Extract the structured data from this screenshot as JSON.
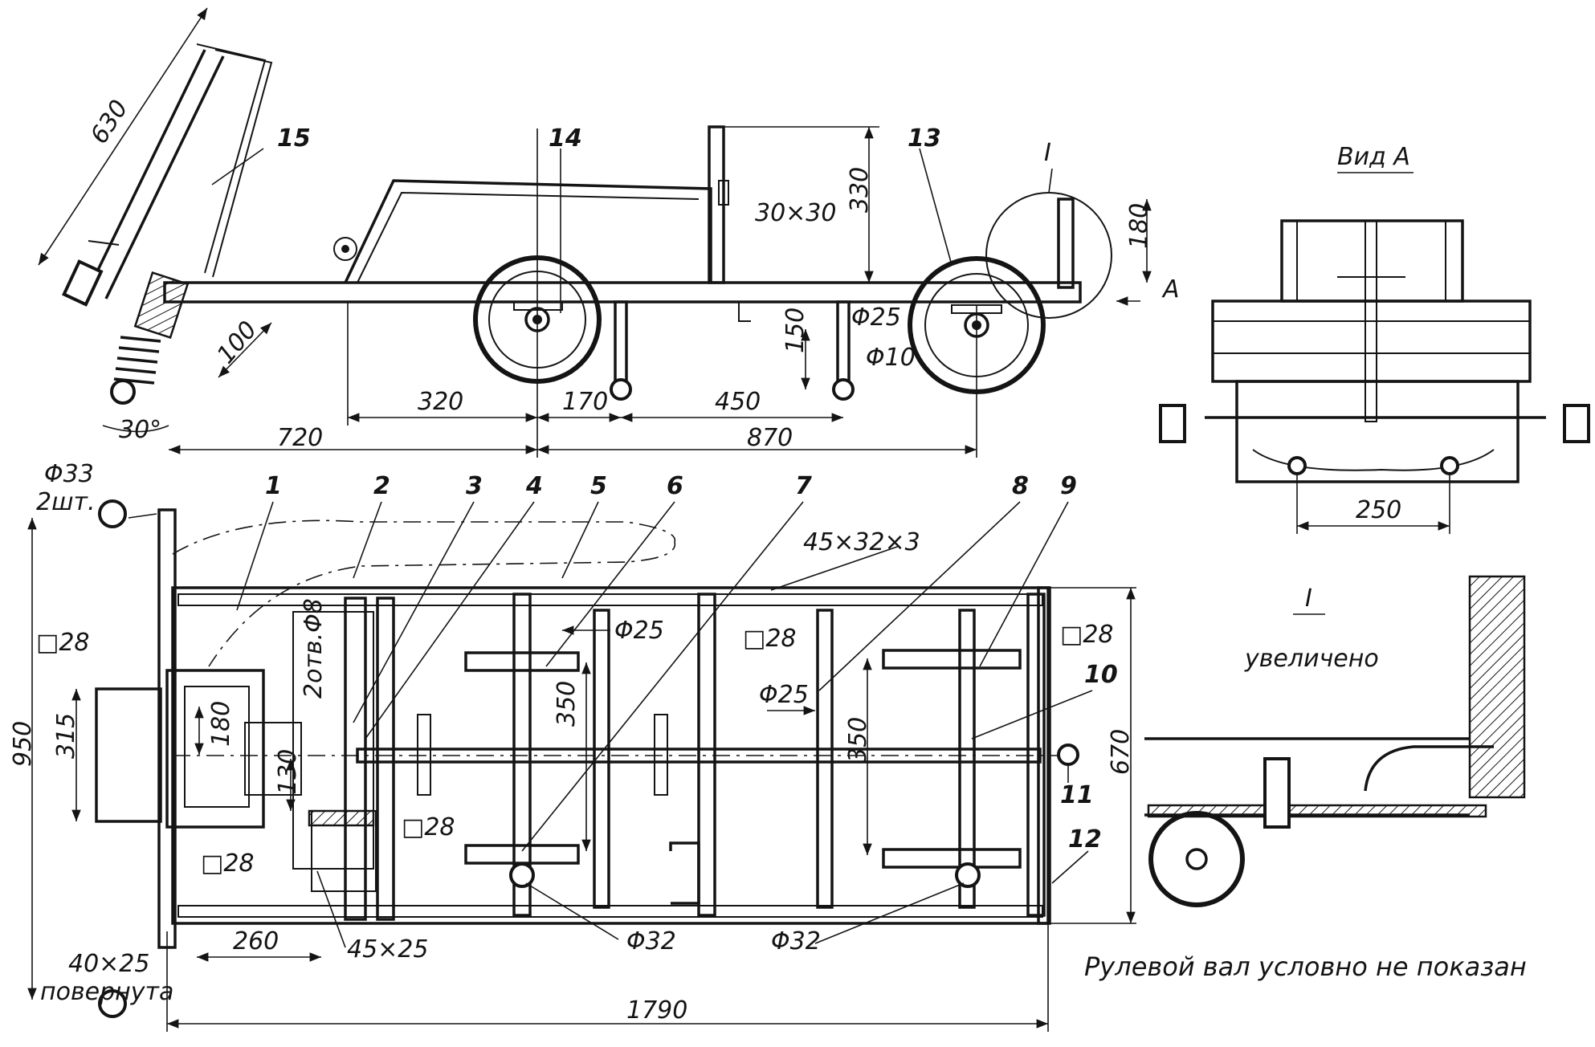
{
  "side_view": {
    "dims": {
      "d630": "630",
      "d100": "100",
      "d30deg": "30°",
      "d720": "720",
      "d320": "320",
      "d170": "170",
      "d450": "450",
      "d870": "870",
      "d150": "150",
      "d330": "330",
      "d180": "180",
      "d30x30": "30×30",
      "dphi25": "Φ25",
      "dphi10": "Φ10"
    },
    "labels": {
      "n15": "15",
      "n14": "14",
      "n13": "13",
      "detail_I": "I",
      "arrow_A": "A"
    }
  },
  "view_a": {
    "title": "Вид А",
    "dims": {
      "d250": "250"
    }
  },
  "detail_i": {
    "title": "I",
    "subtitle": "увеличено"
  },
  "plan_view": {
    "callouts": [
      "1",
      "2",
      "3",
      "4",
      "5",
      "6",
      "7",
      "8",
      "9",
      "10",
      "11",
      "12"
    ],
    "dims": {
      "phi33": "Φ33",
      "qty2": "2шт.",
      "sq28_a": "□28",
      "sq28_b": "□28",
      "sq28_c": "□28",
      "sq28_d": "□28",
      "sq28_e": "□28",
      "d950": "950",
      "d315": "315",
      "d180": "180",
      "d130": "130",
      "holes": "2отв.Φ8",
      "d350_a": "350",
      "d350_b": "350",
      "phi25_a": "Φ25",
      "phi25_b": "Φ25",
      "angle": "45×32×3",
      "d670": "670",
      "d260": "260",
      "rect45x25": "45×25",
      "phi32_a": "Φ32",
      "phi32_b": "Φ32",
      "d40x25": "40×25",
      "rotated": "повернута",
      "d1790": "1790"
    }
  },
  "note": "Рулевой вал условно не показан"
}
